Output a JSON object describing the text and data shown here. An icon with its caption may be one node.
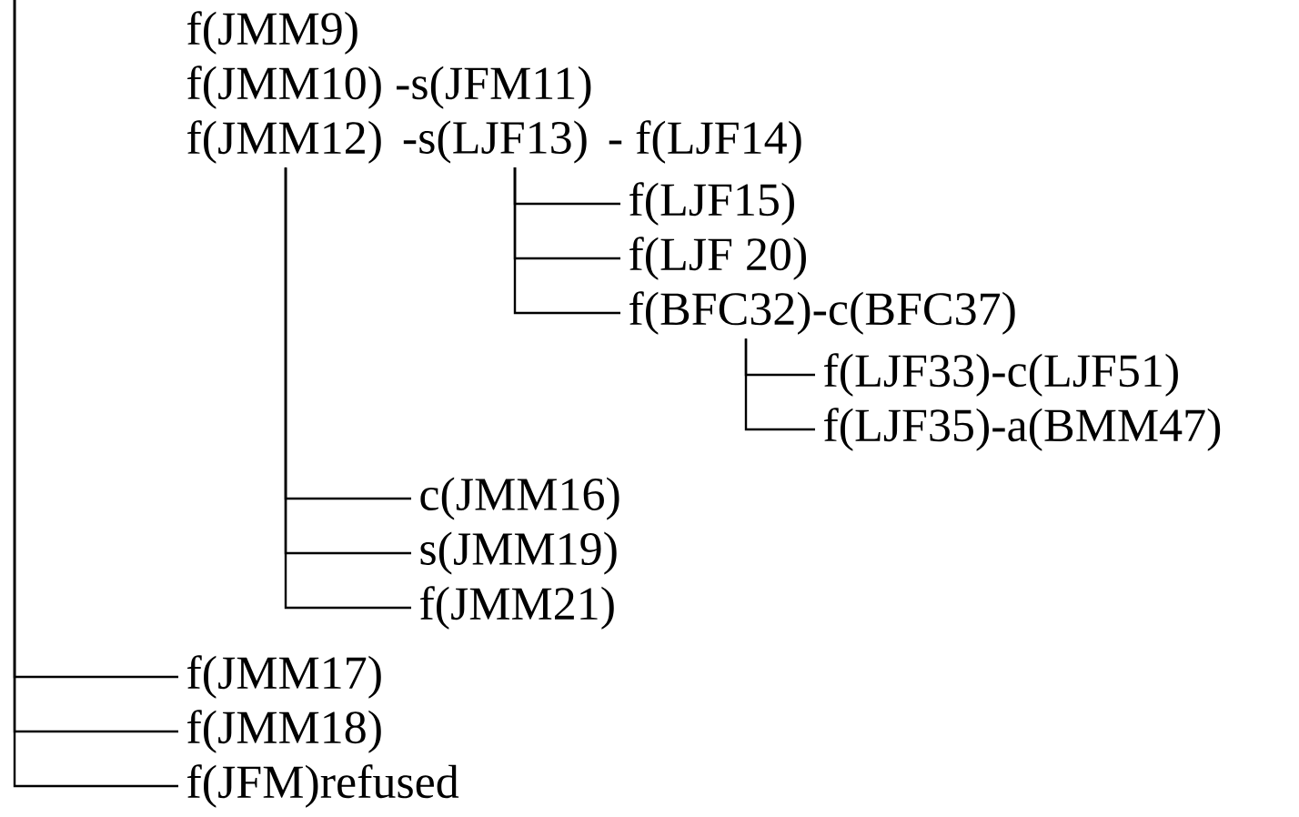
{
  "diagram": {
    "nodes": [
      {
        "text": [
          "f(JMM9)"
        ]
      },
      {
        "text": [
          "f(JMM10) -s(JFM11)"
        ]
      },
      {
        "text": [
          "f(JMM12)"
        ]
      },
      {
        "text": [
          "-s(LJF13)"
        ]
      },
      {
        "text": [
          "- f(LJF14)"
        ]
      },
      {
        "text": [
          "f(LJF15)"
        ]
      },
      {
        "text": [
          "f(LJF 20)"
        ]
      },
      {
        "text": [
          "f(BFC32)-c(BFC37)"
        ]
      },
      {
        "text": [
          "f(LJF33)-c(LJF51)"
        ]
      },
      {
        "text": [
          "f(LJF35)-a(BMM47)"
        ]
      },
      {
        "text": [
          "c(JMM16)"
        ]
      },
      {
        "text": [
          "s(JMM19)"
        ]
      },
      {
        "text": [
          "f(JMM21)"
        ]
      },
      {
        "text": [
          "f(JMM17)"
        ]
      },
      {
        "text": [
          "f(JMM18)"
        ]
      },
      {
        "text": [
          "f(JFM)refused"
        ]
      }
    ],
    "edges": [
      {
        "from": 3,
        "to": 5,
        "arrow": "none"
      },
      {
        "from": 3,
        "to": 6,
        "arrow": "none"
      },
      {
        "from": 3,
        "to": 7,
        "arrow": "none"
      },
      {
        "from": 7,
        "to": 8,
        "arrow": "none"
      },
      {
        "from": 7,
        "to": 9,
        "arrow": "none"
      },
      {
        "from": 2,
        "to": 10,
        "arrow": "none"
      },
      {
        "from": 2,
        "to": 11,
        "arrow": "none"
      },
      {
        "from": 2,
        "to": 12,
        "arrow": "none"
      },
      {
        "from": null,
        "to": 13,
        "arrow": "none"
      },
      {
        "from": null,
        "to": 14,
        "arrow": "none"
      },
      {
        "from": null,
        "to": 15,
        "arrow": "none"
      }
    ]
  }
}
